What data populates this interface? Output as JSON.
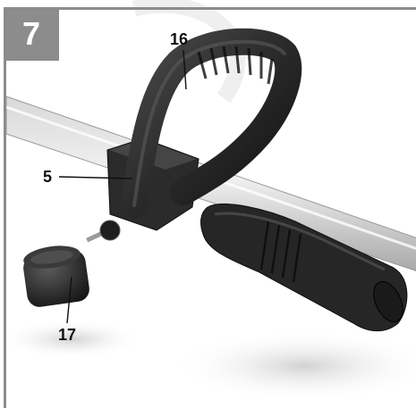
{
  "figure": {
    "number": "7",
    "callouts": {
      "handle": "16",
      "clamp": "5",
      "cap": "17"
    }
  },
  "colors": {
    "frame": "#8c8c8c",
    "badge_text": "#ffffff",
    "callout_text": "#111111",
    "handle": "#2a2a2a",
    "tube": "#c9c9c9"
  }
}
